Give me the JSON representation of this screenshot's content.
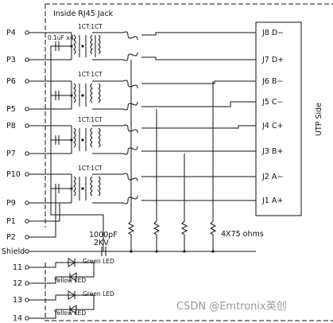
{
  "title": "Inside RJ45 Jack",
  "side_label": "UTP Side",
  "left_pins": [
    "P4",
    "P3",
    "P6",
    "P5",
    "P8",
    "P7",
    "P10",
    "P9",
    "P1",
    "P2",
    "Shield",
    "11",
    "12",
    "13",
    "14"
  ],
  "right_pins": [
    "J8  D−",
    "J7  D+",
    "J6  B−",
    "J5  C−",
    "J4  C+",
    "J3  B+",
    "J2  A−",
    "J1  A+"
  ],
  "transformer_ratio": "1CT:1CT",
  "cap_label": "0.1uF x4",
  "shield_cap_value": "1000pF",
  "shield_cap_voltage": "2KV",
  "resistor_label": "4X75 ohms",
  "leds": {
    "green": "Green LED",
    "yellow": "Yellow LED"
  },
  "watermark": "CSDN @Emtronix英创"
}
